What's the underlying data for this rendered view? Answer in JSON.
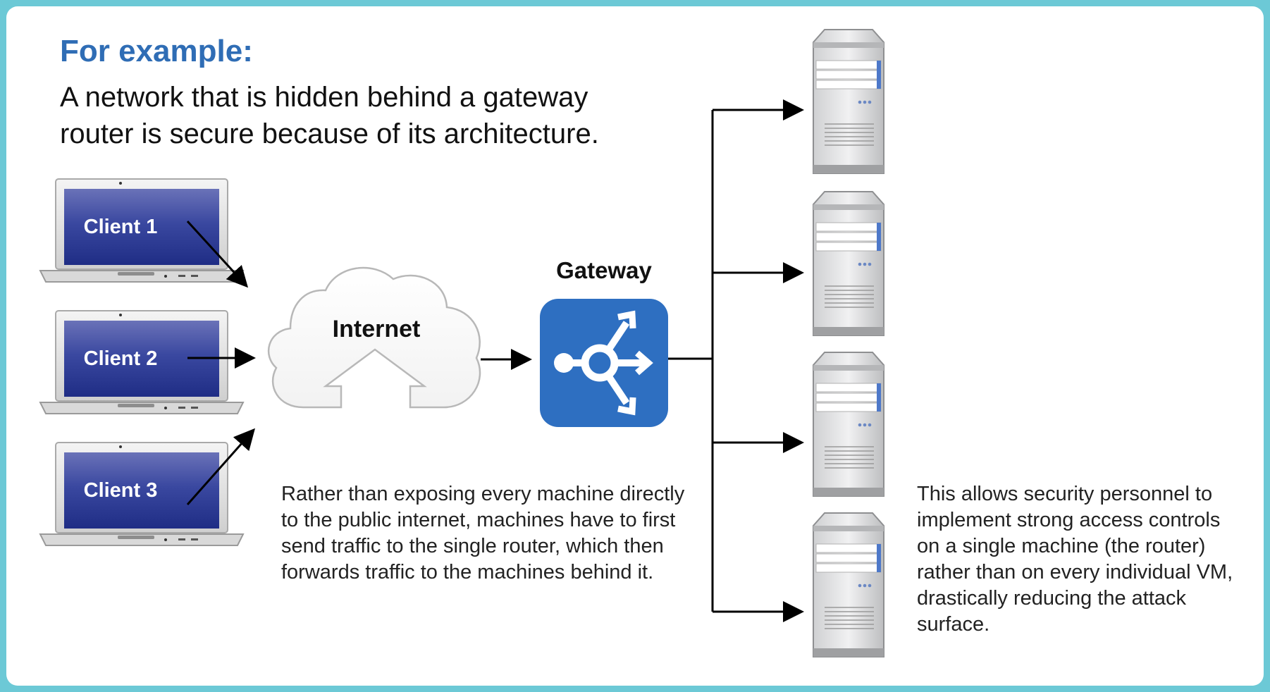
{
  "heading": "For example:",
  "subheading": "A network that is hidden behind a gateway router is secure because of its architecture.",
  "clients": [
    {
      "label": "Client 1"
    },
    {
      "label": "Client 2"
    },
    {
      "label": "Client 3"
    }
  ],
  "internet": {
    "label": "Internet"
  },
  "gateway": {
    "label": "Gateway"
  },
  "servers": 4,
  "notes": {
    "left": "Rather than exposing every machine directly to the public internet, machines have to first send traffic to the single router, which then forwards traffic to the machines behind it.",
    "right": "This allows security personnel to implement strong access controls on a single machine (the router) rather than on every individual VM, drastically reducing the attack surface."
  },
  "colors": {
    "accent": "#2f6db5",
    "gateway": "#2e6fc1",
    "border": "#6cc9d6",
    "screen": "#2b3a8c"
  }
}
